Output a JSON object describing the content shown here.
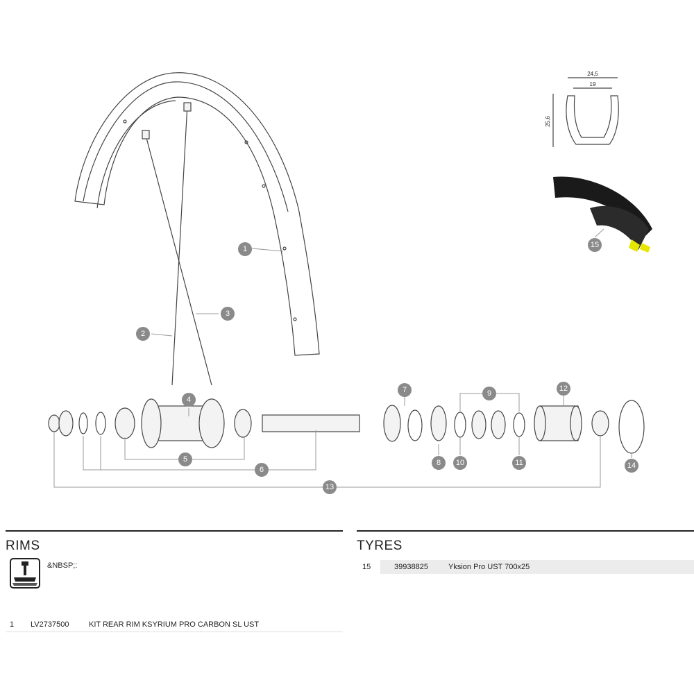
{
  "callouts": [
    {
      "n": "1"
    },
    {
      "n": "2"
    },
    {
      "n": "3"
    },
    {
      "n": "4"
    },
    {
      "n": "5"
    },
    {
      "n": "6"
    },
    {
      "n": "7"
    },
    {
      "n": "8"
    },
    {
      "n": "9"
    },
    {
      "n": "10"
    },
    {
      "n": "11"
    },
    {
      "n": "12"
    },
    {
      "n": "13"
    },
    {
      "n": "14"
    },
    {
      "n": "15"
    }
  ],
  "rim_profile": {
    "outer_width": "24,5",
    "inner_width": "19",
    "height": "25,6"
  },
  "rims": {
    "title": "RIMS",
    "note": "&NBSP;:",
    "icon": "tubeless-valve-icon",
    "items": [
      {
        "num": "1",
        "code": "LV2737500",
        "desc": "KIT REAR RIM KSYRIUM PRO CARBON SL UST"
      }
    ]
  },
  "tyres": {
    "title": "TYRES",
    "items": [
      {
        "num": "15",
        "code": "39938825",
        "desc": "Yksion Pro UST 700x25"
      }
    ]
  },
  "colors": {
    "callout": "#8a8a8a",
    "rule": "#222222",
    "tyre_accent": "#e6e600"
  }
}
